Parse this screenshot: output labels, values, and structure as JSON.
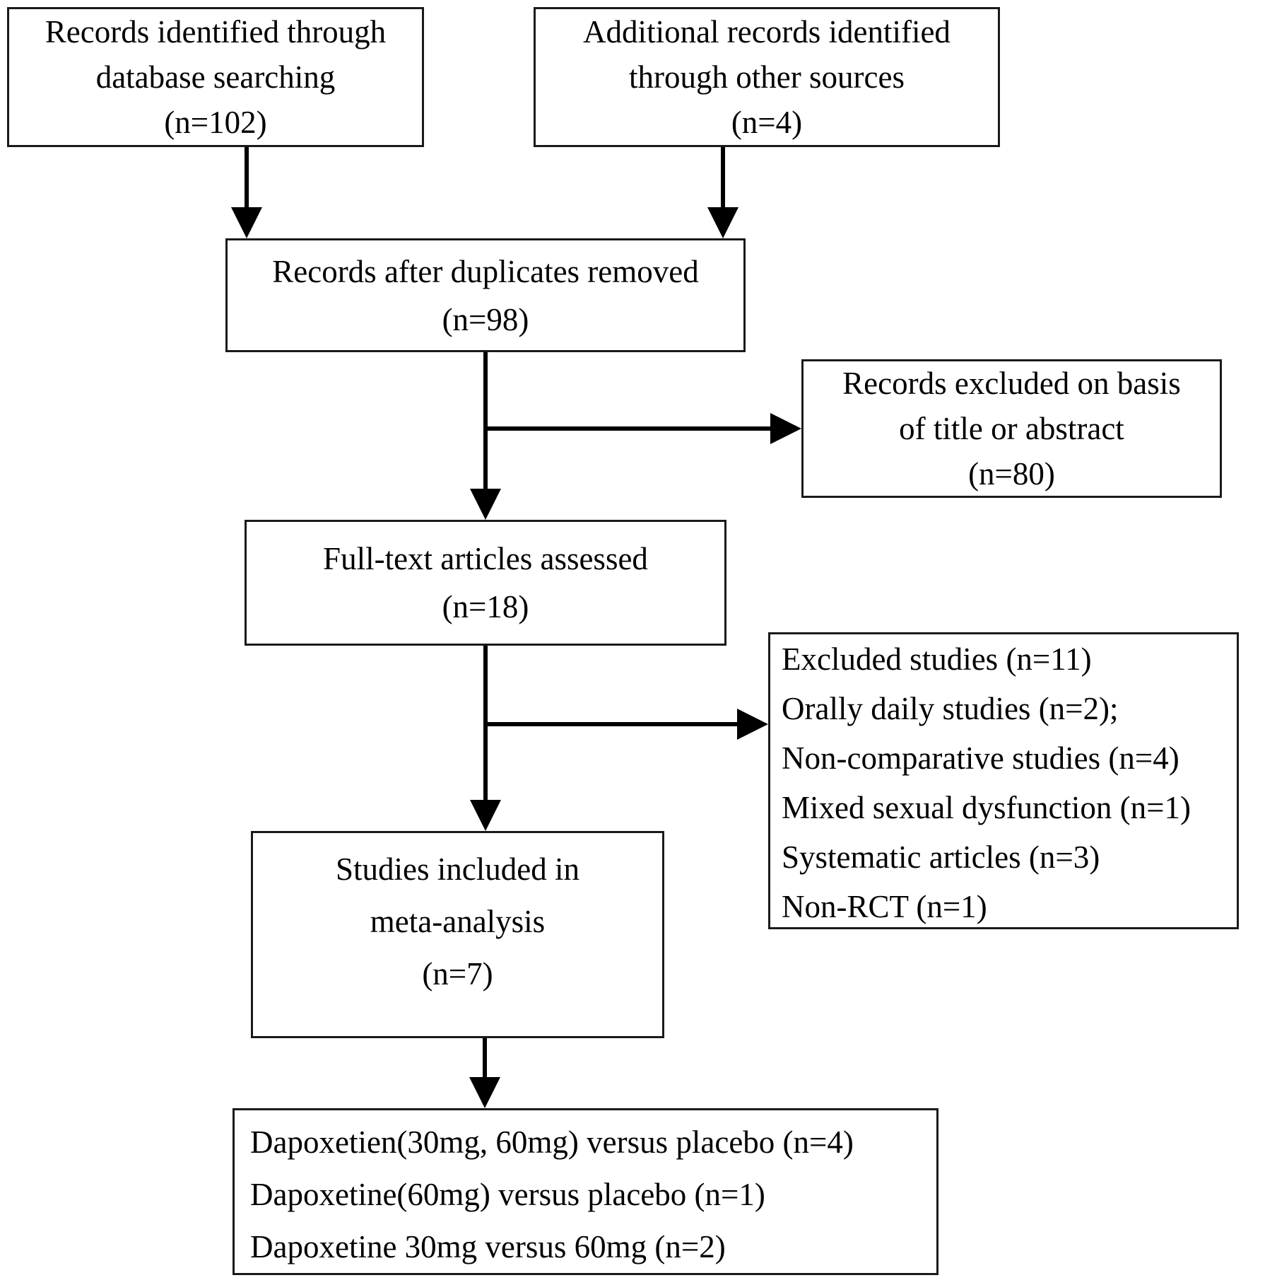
{
  "diagram": {
    "kind": "study-selection-flowchart",
    "colors": {
      "background": "#ffffff",
      "box_fill": "#ffffff",
      "box_border": "#000000",
      "text": "#000000",
      "arrow": "#000000"
    },
    "nodes": {
      "records_identified": {
        "lines": [
          "Records identified through",
          "database searching",
          "(n=102)"
        ]
      },
      "additional_records": {
        "lines": [
          "Additional records identified",
          "through other sources",
          "(n=4)"
        ]
      },
      "after_duplicates": {
        "lines": [
          "Records after duplicates removed",
          "(n=98)"
        ]
      },
      "records_excluded": {
        "lines": [
          "Records excluded on basis",
          "of title or abstract",
          "(n=80)"
        ]
      },
      "fulltext_assessed": {
        "lines": [
          "Full-text articles assessed",
          "(n=18)"
        ]
      },
      "excluded_studies": {
        "lines": [
          "Excluded studies (n=11)",
          "Orally daily studies (n=2);",
          "Non-comparative studies (n=4)",
          "Mixed sexual dysfunction (n=1)",
          "Systematic articles (n=3)",
          "Non-RCT (n=1)"
        ]
      },
      "included_meta": {
        "lines": [
          "Studies included in",
          "meta-analysis",
          "(n=7)"
        ]
      },
      "final_comparisons": {
        "lines": [
          "Dapoxetien(30mg, 60mg) versus placebo (n=4)",
          "Dapoxetine(60mg) versus placebo (n=1)",
          "Dapoxetine 30mg versus 60mg (n=2)"
        ]
      }
    }
  }
}
